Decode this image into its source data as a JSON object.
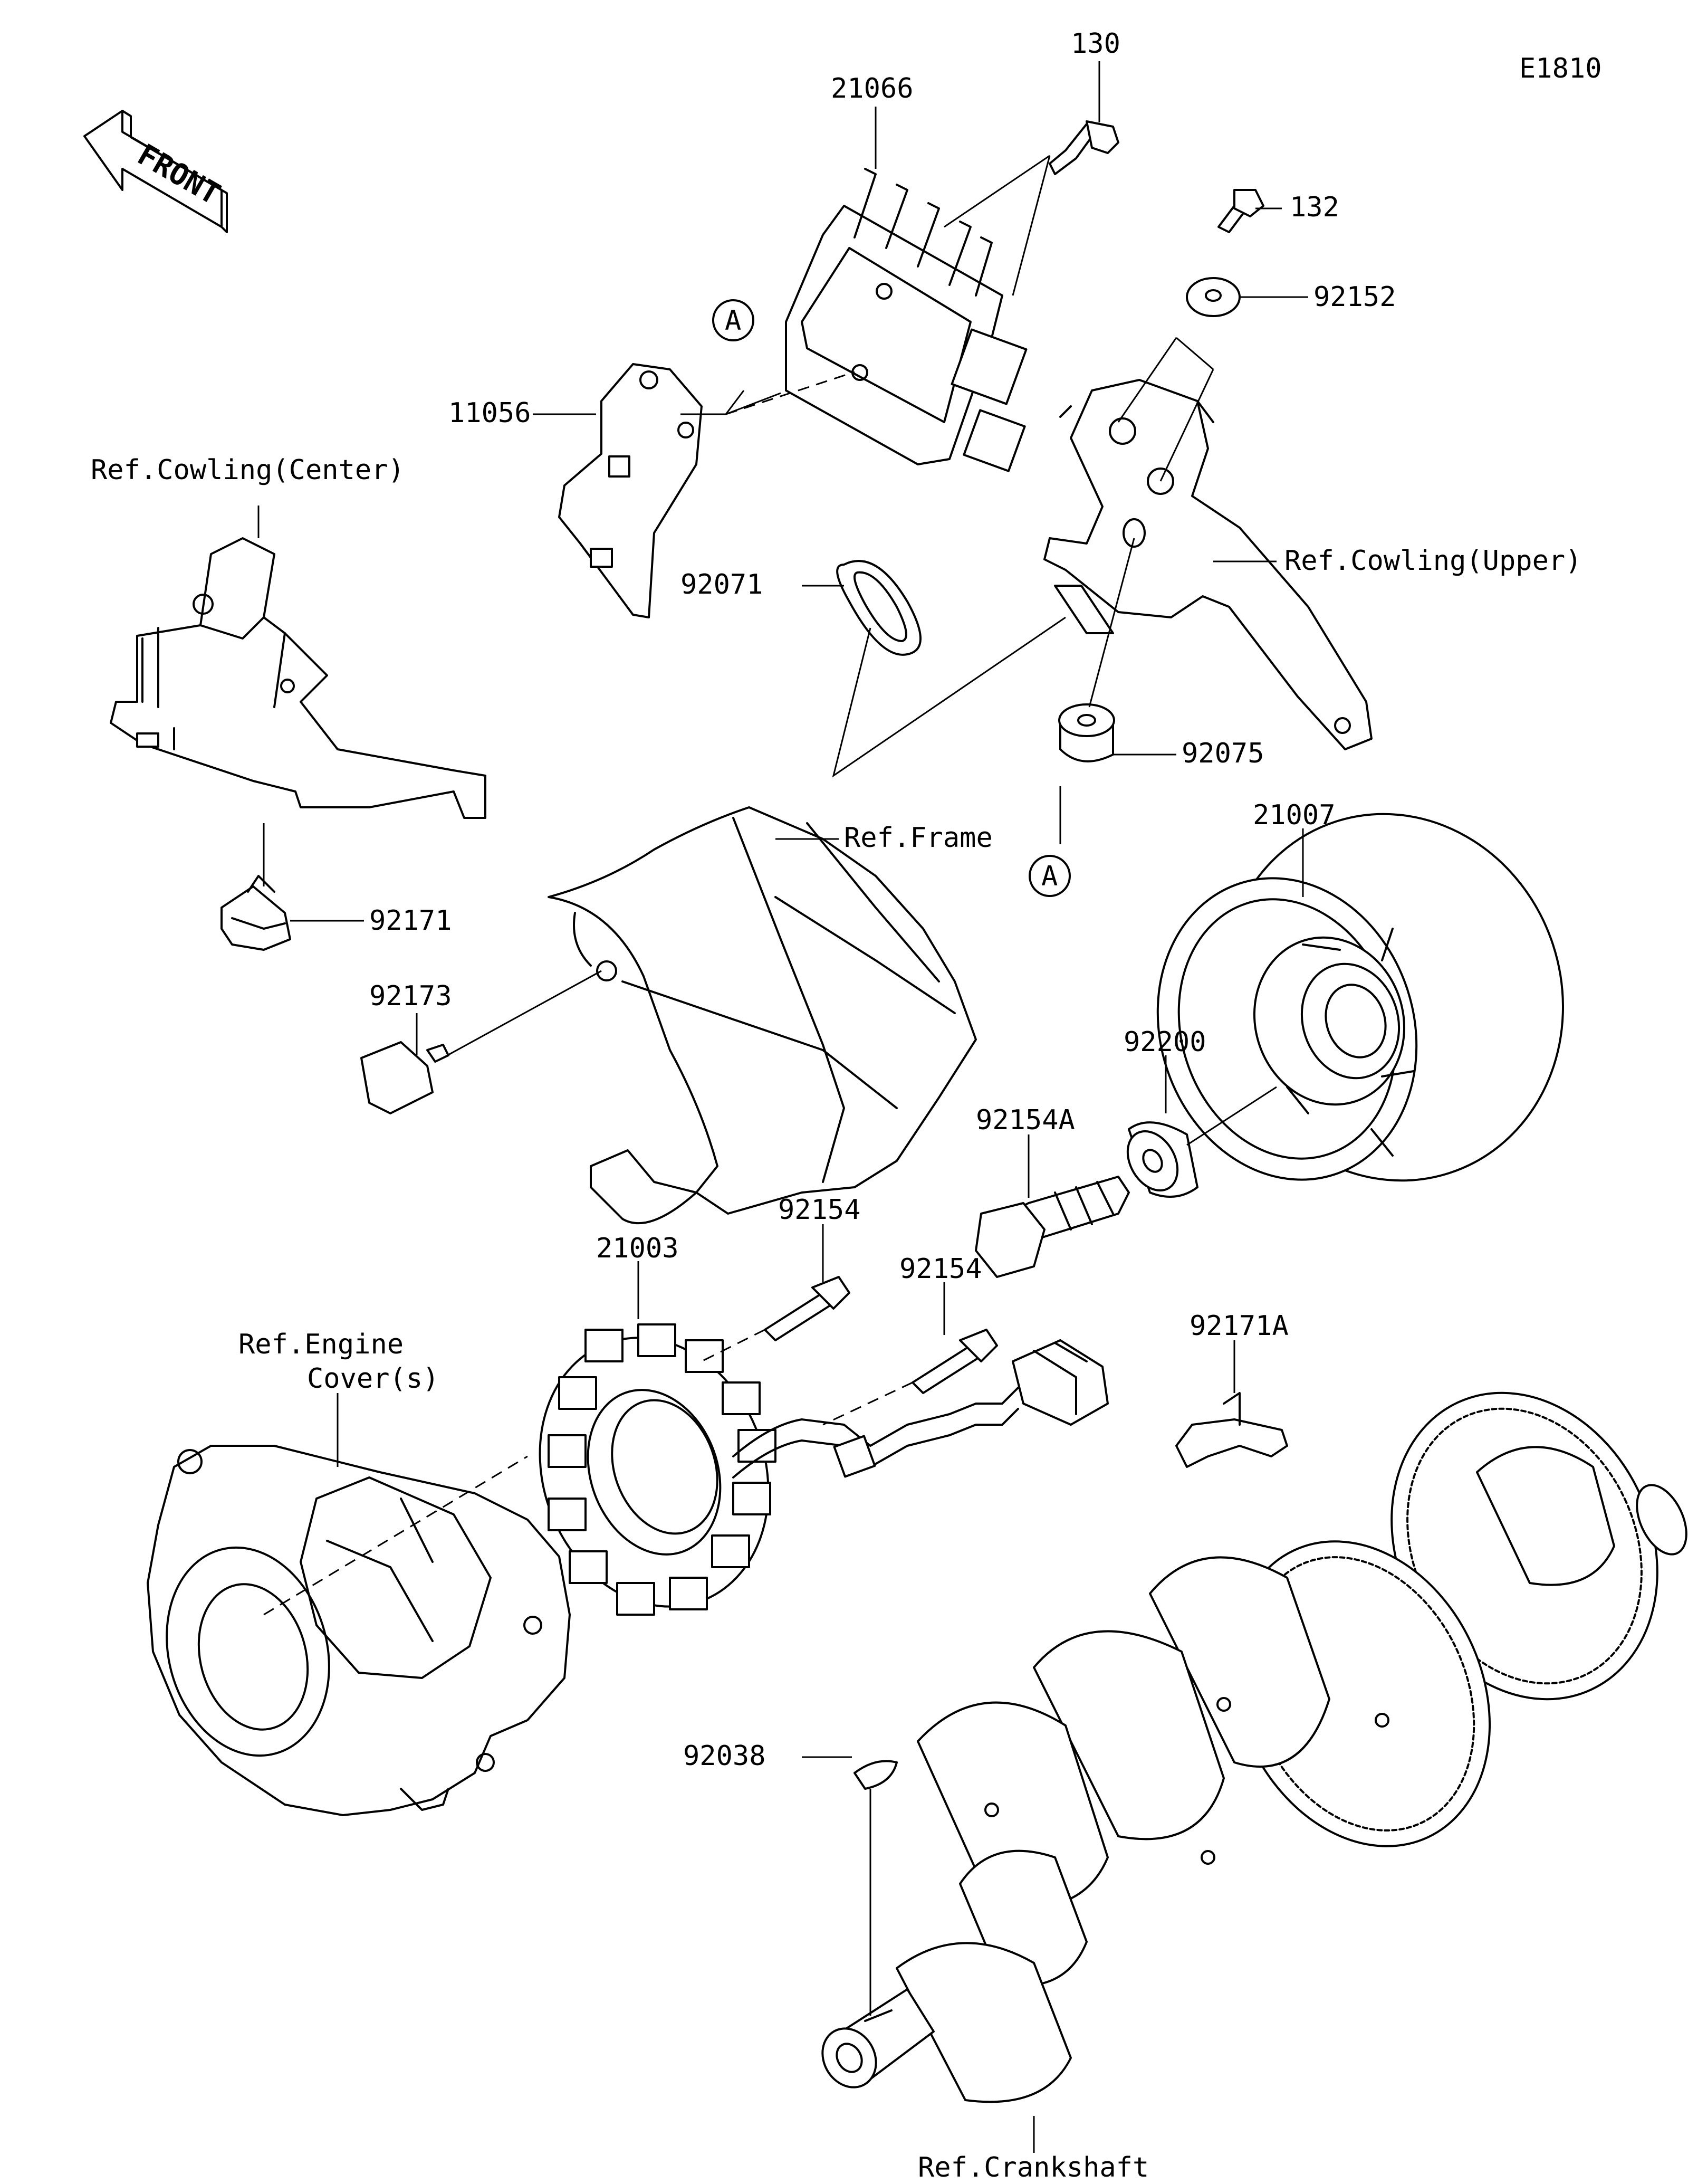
{
  "diagram_id": "E1810",
  "front_label": "FRONT",
  "callout_ref_a": "A",
  "parts": {
    "p130": "130",
    "p21066": "21066",
    "p132": "132",
    "p92152": "92152",
    "p11056": "11056",
    "ref_cowling_center": "Ref.Cowling(Center)",
    "ref_cowling_upper": "Ref.Cowling(Upper)",
    "p92071": "92071",
    "p92075": "92075",
    "ref_frame": "Ref.Frame",
    "p21007": "21007",
    "p92171": "92171",
    "p92173": "92173",
    "p92200": "92200",
    "p92154A": "92154A",
    "p92154_1": "92154",
    "p21003": "21003",
    "p92154_2": "92154",
    "ref_engine_cover_line1": "Ref.Engine",
    "ref_engine_cover_line2": "Cover(s)",
    "p92171A": "92171A",
    "p92038": "92038",
    "ref_crankshaft": "Ref.Crankshaft"
  }
}
